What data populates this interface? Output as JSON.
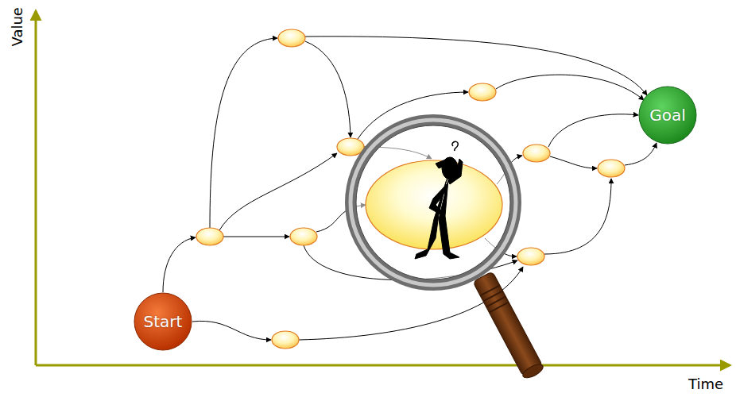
{
  "diagram": {
    "nodes": [
      {
        "text": [
          "Start"
        ]
      },
      {
        "text": [
          "Goal"
        ]
      }
    ],
    "labels": [
      "Value",
      "Time"
    ]
  }
}
